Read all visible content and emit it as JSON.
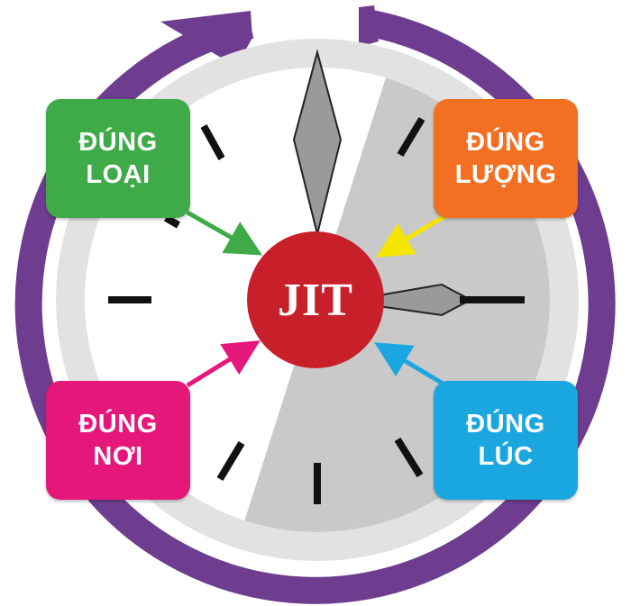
{
  "center": {
    "label": "JIT",
    "color": "#c8202b"
  },
  "boxes": [
    {
      "id": "loai",
      "line1": "ĐÚNG",
      "line2": "LOẠI",
      "color": "#3faa48",
      "arrow_color": "#3faa48"
    },
    {
      "id": "luong",
      "line1": "ĐÚNG",
      "line2": "LƯỢNG",
      "color": "#f36f21",
      "arrow_color": "#f5e500"
    },
    {
      "id": "noi",
      "line1": "ĐÚNG",
      "line2": "NƠI",
      "color": "#e5177b",
      "arrow_color": "#e5177b"
    },
    {
      "id": "luc",
      "line1": "ĐÚNG",
      "line2": "LÚC",
      "color": "#1aa7e0",
      "arrow_color": "#1aa7e0"
    }
  ],
  "colors": {
    "ring": "#6e3d8f",
    "clock_rim": "#e2e2e2",
    "clock_face": "#ffffff",
    "clock_shade": "#c9c9c9",
    "tick": "#111111",
    "hand": "#9a9a9a"
  },
  "icons": [
    "circular-arrow-icon",
    "clock-hand-icon",
    "arrow-icon"
  ]
}
